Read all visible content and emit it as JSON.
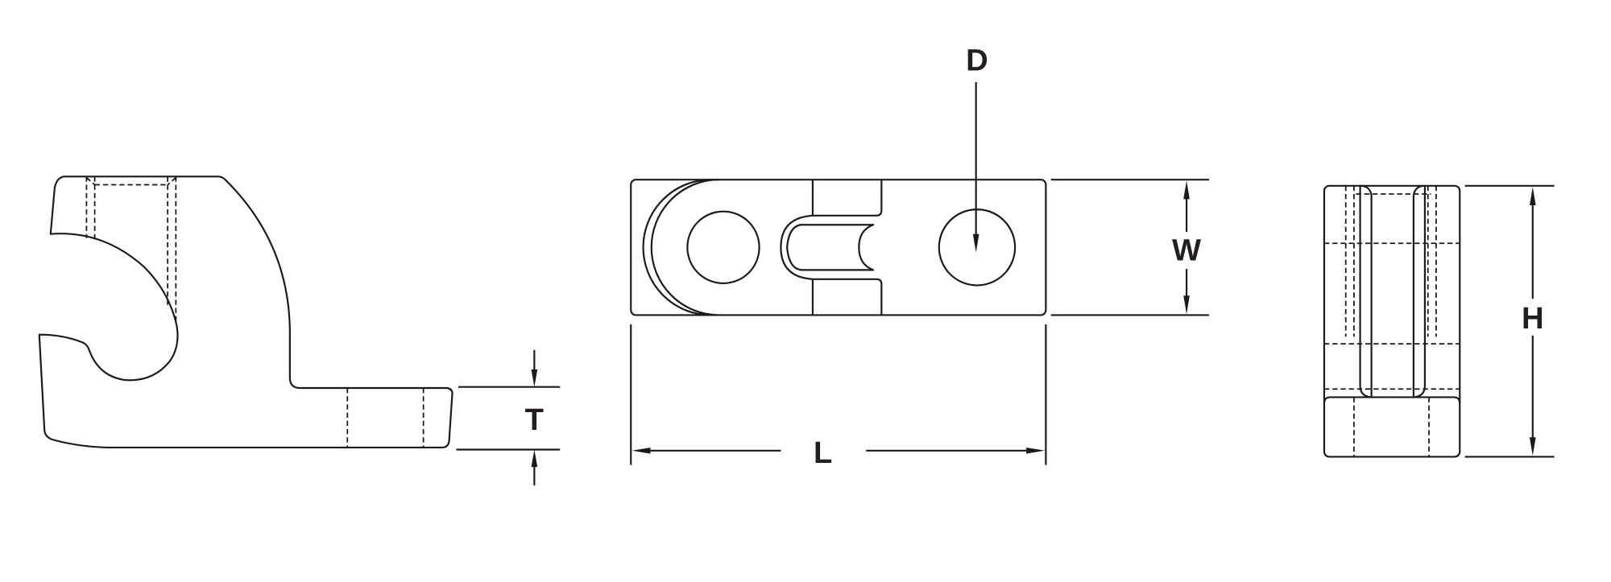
{
  "drawing": {
    "views": [
      "side-view",
      "top-view",
      "end-view"
    ],
    "dimensions": {
      "thickness": "T",
      "length": "L",
      "width": "W",
      "diameter": "D",
      "height": "H"
    },
    "line_color": "#1a1a1a",
    "label_color": "#231f20"
  }
}
